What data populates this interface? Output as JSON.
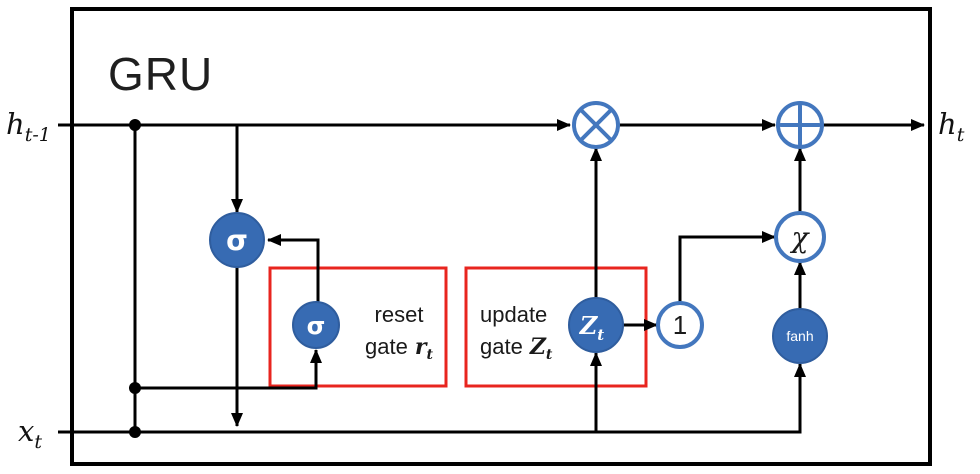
{
  "diagram": {
    "title": "GRU",
    "type": "gru-cell-diagram"
  },
  "labels": {
    "hidden_prev": {
      "base": "h",
      "sub": "t-1"
    },
    "hidden_out": {
      "base": "h",
      "sub": "t"
    },
    "input": {
      "base": "x",
      "sub": "t"
    }
  },
  "nodes": {
    "sigmoid_main": {
      "label": "σ"
    },
    "sigmoid_reset": {
      "label": "σ"
    },
    "update": {
      "base": "Z",
      "sub": "t"
    },
    "one": {
      "label": "1"
    },
    "chi": {
      "label": "χ"
    },
    "tanh": {
      "label": "fanh"
    }
  },
  "operators": {
    "multiply_icon": "circle-times",
    "add_icon": "circle-plus"
  },
  "gates": {
    "reset": {
      "line1": "reset",
      "word": "gate",
      "var": "r",
      "sub": "t"
    },
    "update": {
      "line1": "update",
      "word": "gate",
      "var": "Z",
      "sub": "t"
    }
  },
  "colors": {
    "node_fill": "#376bb3",
    "ring_stroke": "#4377be",
    "gate_border": "#e8251f",
    "wire": "#000000",
    "text": "#1a1a1a",
    "background": "#ffffff"
  }
}
